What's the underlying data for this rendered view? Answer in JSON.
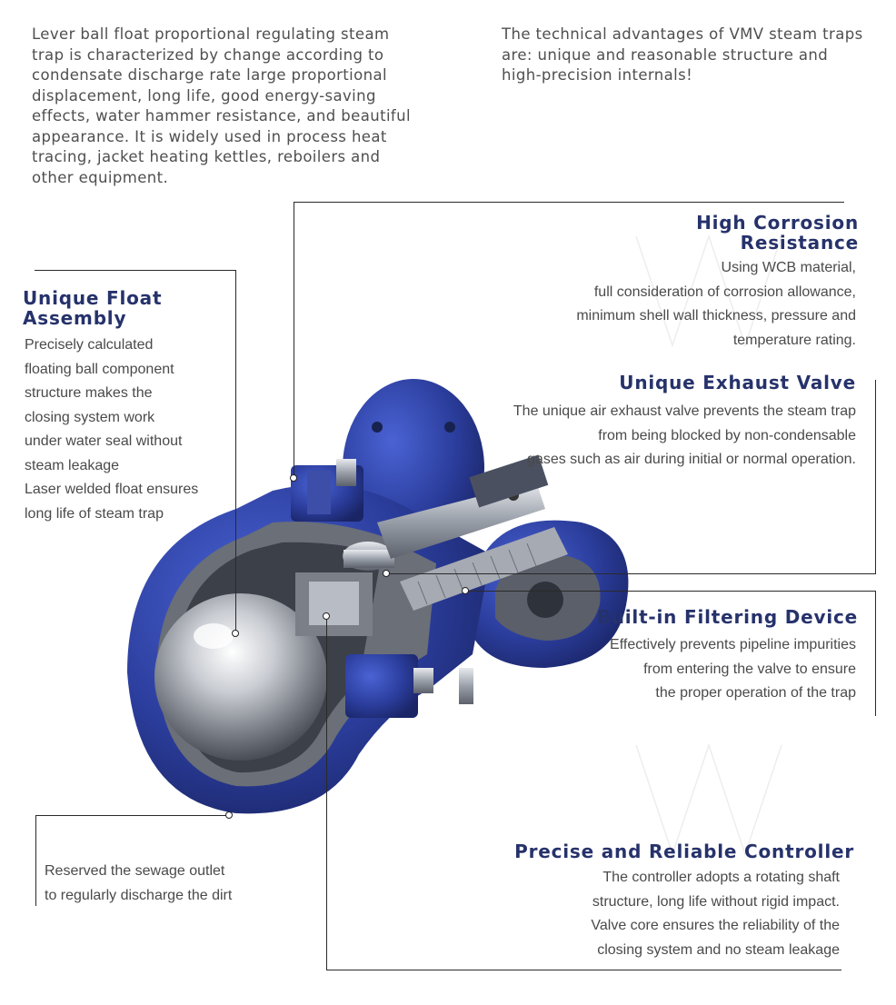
{
  "intro": {
    "left": "Lever ball float proportional regulating steam\ntrap is characterized by change according to\ncondensate discharge rate large proportional\ndisplacement, long life, good energy-saving\neffects, water hammer resistance, and beautiful\nappearance. It is widely used in process heat\ntracing, jacket heating kettles, reboilers and\nother equipment.",
    "right": "The technical advantages of VMV steam traps\nare: unique and reasonable structure and\nhigh-precision internals!"
  },
  "features": {
    "corrosion": {
      "title": "High Corrosion \nResistance",
      "body": "Using WCB material,\nfull consideration of corrosion allowance,\nminimum shell wall thickness, pressure and\ntemperature rating."
    },
    "exhaust": {
      "title": "Unique Exhaust Valve",
      "body": "The unique air exhaust valve prevents the steam trap\nfrom being blocked by non-condensable\ngases such as air during initial or normal operation."
    },
    "float": {
      "title": "Unique Float\nAssembly",
      "body": "Precisely calculated\nfloating ball component\nstructure makes the\nclosing system work\nunder water seal without\nsteam leakage\nLaser welded float ensures\nlong life of steam trap"
    },
    "filter": {
      "title": "Built-in Filtering Device",
      "body": "Effectively prevents pipeline impurities\nfrom entering the valve to ensure\nthe proper operation of the trap"
    },
    "controller": {
      "title": "Precise and Reliable Controller",
      "body": "The controller adopts a rotating shaft\nstructure, long life without rigid impact.\nValve core ensures the reliability of the\nclosing system and no steam leakage"
    },
    "sewage": {
      "body": "Reserved the sewage outlet\nto regularly discharge the dirt"
    }
  },
  "colors": {
    "heading": "#26326b",
    "body_blue": "#2b3d9c",
    "cutaway": "#555a63"
  }
}
